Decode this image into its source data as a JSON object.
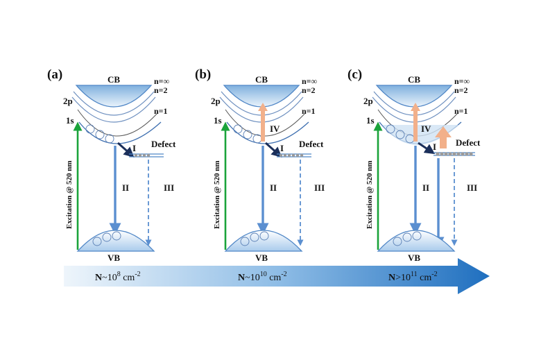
{
  "panels": [
    {
      "id": "a",
      "label": "(a)",
      "cb": "CB",
      "vb": "VB",
      "n_inf": "n=∞",
      "n2": "n=2",
      "n1": "n=1",
      "p2": "2p",
      "s1": "1s",
      "defect": "Defect",
      "excitation": "Excitation @ 520 nm",
      "roman": {
        "I": "I",
        "II": "II",
        "III": "III"
      }
    },
    {
      "id": "b",
      "label": "(b)",
      "cb": "CB",
      "vb": "VB",
      "n_inf": "n=∞",
      "n2": "n=2",
      "n1": "n=1",
      "p2": "2p",
      "s1": "1s",
      "defect": "Defect",
      "excitation": "Excitation @ 520 nm",
      "roman": {
        "I": "I",
        "II": "II",
        "III": "III",
        "IV": "IV"
      }
    },
    {
      "id": "c",
      "label": "(c)",
      "cb": "CB",
      "vb": "VB",
      "n_inf": "n=∞",
      "n2": "n=2",
      "n1": "n=1",
      "p2": "2p",
      "s1": "1s",
      "defect": "Defect",
      "excitation": "Excitation @ 520 nm",
      "roman": {
        "I": "I",
        "II": "II",
        "III": "III",
        "IV": "IV"
      }
    }
  ],
  "density_arrow": {
    "labels": [
      {
        "prefix": "N",
        "op": "~10",
        "exp": "8",
        "unit": " cm",
        "unit_exp": "-2"
      },
      {
        "prefix": "N",
        "op": "~10",
        "exp": "10",
        "unit": " cm",
        "unit_exp": "-2"
      },
      {
        "prefix": "N",
        "op": ">10",
        "exp": "11",
        "unit": " cm",
        "unit_exp": "-2"
      }
    ]
  },
  "colors": {
    "band_fill_light": "#e9f3fb",
    "band_fill_dark": "#7fb0de",
    "band_stroke": "#4f86c6",
    "exciton_line": "#555555",
    "transition_blue": "#5b8fd0",
    "excitation_green": "#1aa33a",
    "upconversion_orange": "#f2b08a",
    "defect_dots": "#9a9a9a",
    "arrow_light": "#e3eef8",
    "arrow_dark": "#1f6fbf"
  }
}
